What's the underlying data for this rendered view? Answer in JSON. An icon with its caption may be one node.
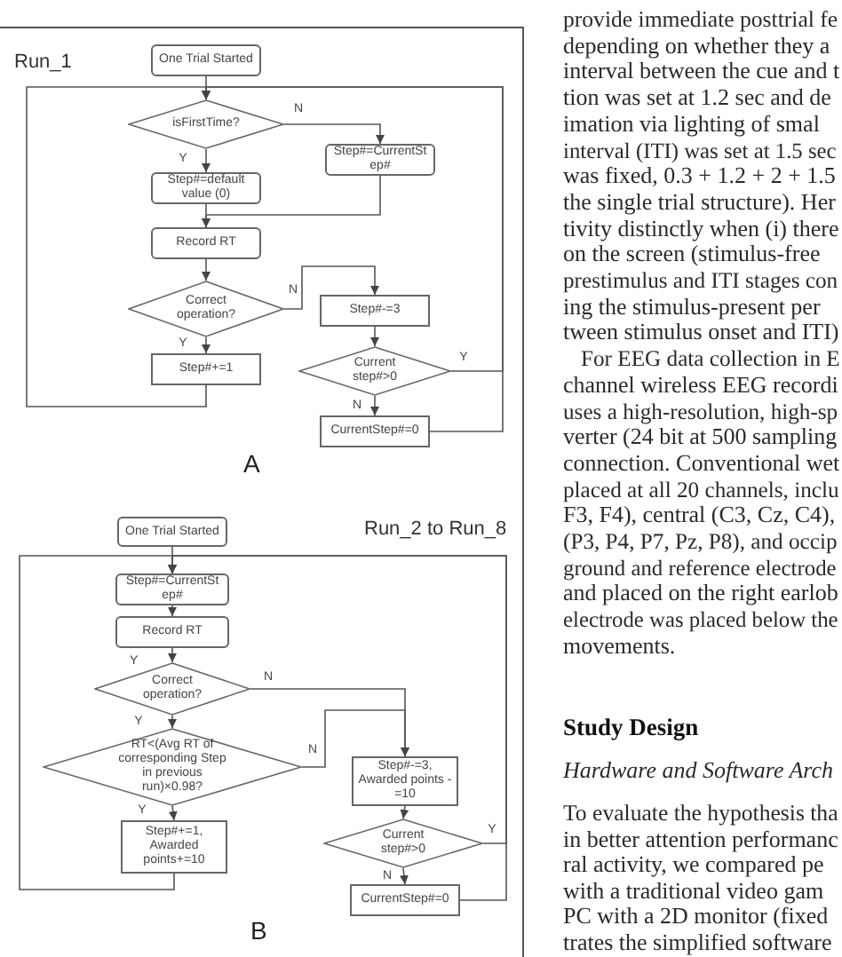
{
  "diagram": {
    "nodes": [
      {
        "text": [
          "One Trial Started"
        ]
      },
      {
        "text": [
          "isFirstTime?"
        ]
      },
      {
        "text": [
          "Step#=CurrentStep#"
        ]
      },
      {
        "text": [
          "Step#=default value (0)"
        ]
      },
      {
        "text": [
          "Record RT"
        ]
      },
      {
        "text": [
          "Correct operation?"
        ]
      },
      {
        "text": [
          "Step#-=3"
        ]
      },
      {
        "text": [
          "Step#+=1"
        ]
      },
      {
        "text": [
          "Current step#>0"
        ]
      },
      {
        "text": [
          "CurrentStep#=0"
        ]
      },
      {
        "text": [
          "One Trial Started"
        ]
      },
      {
        "text": [
          "Step#=CurrentStep#"
        ]
      },
      {
        "text": [
          "Record RT"
        ]
      },
      {
        "text": [
          "Correct operation?"
        ]
      },
      {
        "text": [
          "RT<(Avg RT of corresponding Step in previous run)×0.98?"
        ]
      },
      {
        "text": [
          "Step#-=3, Awarded points -=10"
        ]
      },
      {
        "text": [
          "Step#+=1, Awarded points+=10"
        ]
      },
      {
        "text": [
          "Current step#>0"
        ]
      },
      {
        "text": [
          "CurrentStep#=0"
        ]
      }
    ],
    "edges": [
      {
        "from": 0,
        "to": 1,
        "arrow": "to"
      },
      {
        "from": 1,
        "to": 2,
        "arrow": "to",
        "label": "N"
      },
      {
        "from": 1,
        "to": 3,
        "arrow": "to",
        "label": "Y"
      },
      {
        "from": 3,
        "to": 4,
        "arrow": "to"
      },
      {
        "from": 2,
        "to": 4,
        "arrow": "to"
      },
      {
        "from": 4,
        "to": 5,
        "arrow": "to"
      },
      {
        "from": 5,
        "to": 6,
        "arrow": "to",
        "label": "N"
      },
      {
        "from": 5,
        "to": 7,
        "arrow": "to",
        "label": "Y"
      },
      {
        "from": 7,
        "to": 1,
        "arrow": "to"
      },
      {
        "from": 6,
        "to": 8,
        "arrow": "to"
      },
      {
        "from": 8,
        "to": 1,
        "arrow": "to",
        "label": "Y"
      },
      {
        "from": 8,
        "to": 9,
        "arrow": "to",
        "label": "N"
      },
      {
        "from": 9,
        "to": 1,
        "arrow": "to"
      },
      {
        "from": 10,
        "to": 11,
        "arrow": "to"
      },
      {
        "from": 11,
        "to": 12,
        "arrow": "to"
      },
      {
        "from": 12,
        "to": 13,
        "arrow": "to"
      },
      {
        "from": 13,
        "to": 15,
        "arrow": "to",
        "label": "N"
      },
      {
        "from": 13,
        "to": 14,
        "arrow": "to",
        "label": "Y"
      },
      {
        "from": 14,
        "to": 15,
        "arrow": "to",
        "label": "N"
      },
      {
        "from": 14,
        "to": 16,
        "arrow": "to",
        "label": "Y"
      },
      {
        "from": 16,
        "to": 11,
        "arrow": "to"
      },
      {
        "from": 15,
        "to": 17,
        "arrow": "to"
      },
      {
        "from": 17,
        "to": 11,
        "arrow": "to",
        "label": "Y"
      },
      {
        "from": 17,
        "to": 18,
        "arrow": "to",
        "label": "N"
      },
      {
        "from": 18,
        "to": 11,
        "arrow": "to"
      }
    ],
    "labels": [
      "Run_1",
      "A",
      "Run_2 to Run_8",
      "Y",
      "B",
      "provide immediate posttrial fe",
      "depending on whether they a",
      "interval between the cue and t",
      "tion was set at 1.2 sec and de",
      "imation via lighting of smal",
      "interval (ITI) was set at 1.5 sec",
      "was fixed, 0.3 + 1.2 + 2 + 1.5",
      "the single trial structure). Her",
      "tivity distinctly when (i) there",
      "on the screen (stimulus-free",
      "prestimulus and ITI stages con",
      "ing the stimulus-present per",
      "tween stimulus onset and ITI)",
      "For EEG data collection in E",
      "channel wireless EEG recordi",
      "uses a high-resolution, high-sp",
      "verter (24 bit at 500 sampling",
      "connection. Conventional wet",
      "placed at all 20 channels, inclu",
      "F3, F4), central (C3, Cz, C4),",
      "(P3, P4, P7, Pz, P8), and occip",
      "ground and reference electrode",
      "and placed on the right earlob",
      "electrode was placed below the",
      "movements.",
      "Study Design",
      "Hardware and Software Arch",
      "To evaluate the hypothesis tha",
      "in better attention performanc",
      "ral activity, we compared pe",
      "with a traditional video gam",
      "PC with a 2D monitor (fixed",
      "trates the simplified software"
    ]
  }
}
